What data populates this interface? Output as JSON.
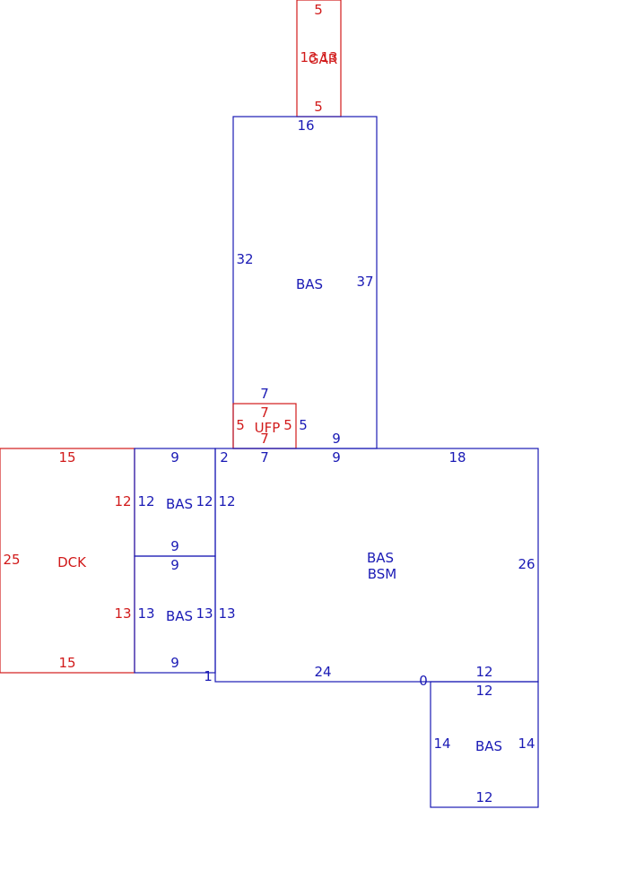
{
  "colors": {
    "building": "#1a1ab5",
    "other": "#d11a1a"
  },
  "areas": {
    "gar": "GAR",
    "bas_main_upper": "BAS",
    "ufp": "UFP",
    "dck": "DCK",
    "bas_left_upper": "BAS",
    "bas_left_lower": "BAS",
    "bas_main": "BAS",
    "bsm": "BSM",
    "bas_small": "BAS"
  },
  "dimensions": {
    "gar_top": "5",
    "gar_bottom": "5",
    "gar_left": "13",
    "gar_right": "13",
    "upper_top": "16",
    "upper_left": "32",
    "upper_right": "37",
    "upper_7": "7",
    "upper_bottom_9": "9",
    "ufp_top": "7",
    "ufp_bottom": "7",
    "ufp_left": "5",
    "ufp_right": "5",
    "ufp_outer_right": "5",
    "dck_top": "15",
    "dck_bottom": "15",
    "dck_left": "25",
    "dck_right_upper": "12",
    "dck_right_lower": "13",
    "lu_top": "9",
    "lu_bottom": "9",
    "lu_left": "12",
    "lu_right": "12",
    "ll_top": "9",
    "ll_bottom": "9",
    "ll_left": "13",
    "ll_right": "13",
    "main_2": "2",
    "main_7": "7",
    "main_9": "9",
    "main_18": "18",
    "main_left_upper": "12",
    "main_left_lower": "13",
    "main_right": "26",
    "main_bottom": "24",
    "main_1": "1",
    "main_0": "0",
    "main_bottom_12": "12",
    "small_top": "12",
    "small_bottom": "12",
    "small_left": "14",
    "small_right": "14"
  }
}
